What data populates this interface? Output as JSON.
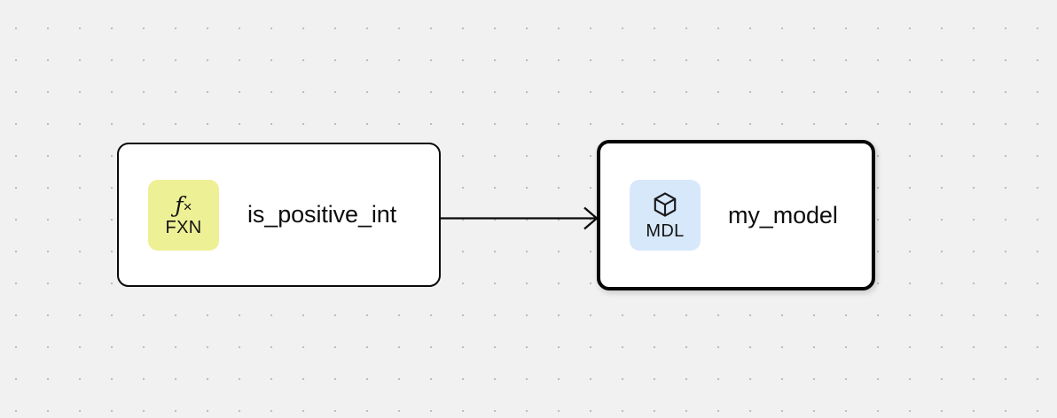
{
  "canvas": {
    "background_color": "#f1f1f1",
    "dot_color": "#b9b9bd",
    "grid_spacing": 36
  },
  "graph": {
    "nodes": [
      {
        "id": "is_positive_int",
        "title": "is_positive_int",
        "selected": false,
        "badge": {
          "type": "FXN",
          "label": "FXN",
          "glyph": "ƒ",
          "glyph_suffix": "×",
          "icon_name": "function-icon",
          "background_color": "#eef095"
        },
        "border_color": "#0a0a0a"
      },
      {
        "id": "my_model",
        "title": "my_model",
        "selected": true,
        "badge": {
          "type": "MDL",
          "label": "MDL",
          "icon_name": "cube-icon",
          "background_color": "#d7e8fb"
        },
        "border_color": "#060606"
      }
    ],
    "edges": [
      {
        "from": "is_positive_int",
        "to": "my_model",
        "color": "#0b0b0b",
        "arrowhead": "open-chevron"
      }
    ]
  }
}
